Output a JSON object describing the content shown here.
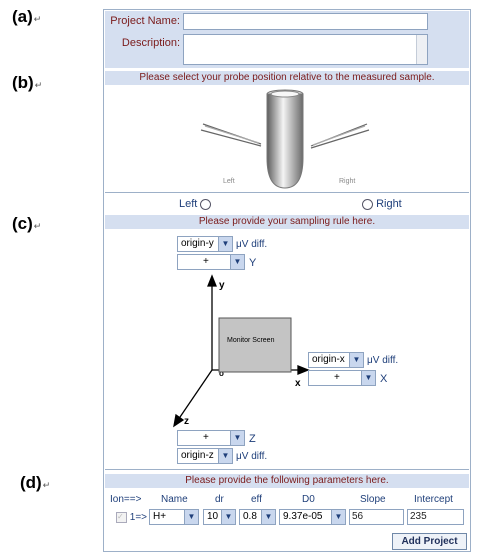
{
  "labels": {
    "a": "(a)",
    "b": "(b)",
    "c": "(c)",
    "d": "(d)",
    "para_mark": "↵"
  },
  "project": {
    "name_label": "Project Name:",
    "name_value": "",
    "description_label": "Description:",
    "description_value": ""
  },
  "probe": {
    "instruction": "Please select your probe position relative to the measured sample.",
    "left_caption": "Left",
    "right_caption": "Right",
    "radio_left_label": "Left",
    "radio_right_label": "Right"
  },
  "sampling": {
    "instruction": "Please provide your sampling rule here.",
    "y_origin": "origin-y",
    "y_sign": "+",
    "y_axis_unit": "Y",
    "x_origin": "origin-x",
    "x_sign": "+",
    "x_axis_unit": "X",
    "z_sign": "+",
    "z_axis_unit": "Z",
    "z_origin": "origin-z",
    "diff_unit": "μV diff.",
    "axis_y": "y",
    "axis_x": "x",
    "axis_z": "z",
    "origin_mark": "o",
    "monitor_label": "Monitor Screen"
  },
  "params": {
    "instruction": "Please provide the following parameters here.",
    "headers": [
      "Ion==>",
      "Name",
      "dr",
      "eff",
      "D0",
      "Slope",
      "Intercept"
    ],
    "row_label": "1=>",
    "name": "H+",
    "dr": "10",
    "eff": "0.8",
    "d0": "9.37e-05",
    "slope": "56",
    "intercept": "235"
  },
  "add_button": "Add Project"
}
